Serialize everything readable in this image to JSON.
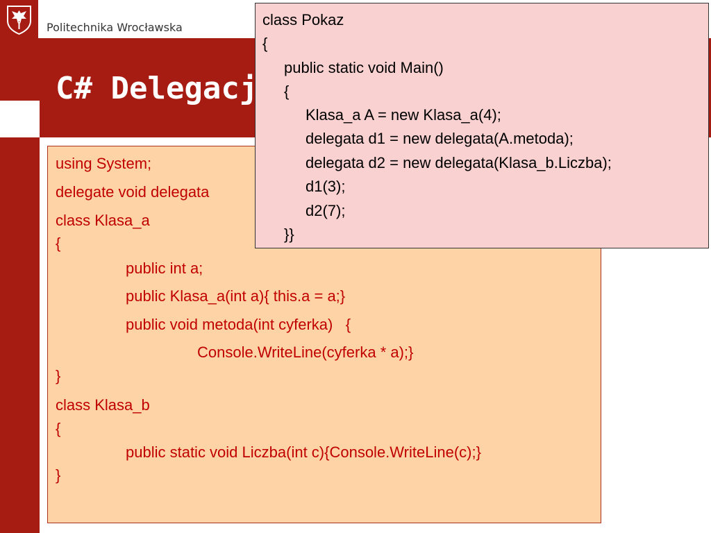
{
  "header": {
    "institution": "Politechnika Wrocławska",
    "logo_icon": "eagle-crest-icon"
  },
  "slide": {
    "title": "C# Delegacje"
  },
  "main_code": {
    "lines": [
      "using System;",
      "delegate void delegata",
      "class Klasa_a",
      "{",
      "public int a;",
      "public Klasa_a(int a){ this.a = a;}",
      "public void metoda(int cyferka)   {",
      "Console.WriteLine(cyferka * a);}",
      "}",
      "class Klasa_b",
      "{",
      "public static void Liczba(int c){Console.WriteLine(c);}",
      "}"
    ]
  },
  "popup_code": {
    "lines": [
      "class Pokaz",
      "{",
      "public static void Main()",
      "{",
      "Klasa_a A = new Klasa_a(4);",
      "delegata d1 = new delegata(A.metoda);",
      "delegata d2 = new delegata(Klasa_b.Liczba);",
      "d1(3);",
      "d2(7);",
      "}}"
    ]
  },
  "colors": {
    "brand_red": "#a71c12",
    "code_box_fill": "#fed4a6",
    "popup_fill": "#f9d1d0",
    "code_text": "#c00000"
  }
}
